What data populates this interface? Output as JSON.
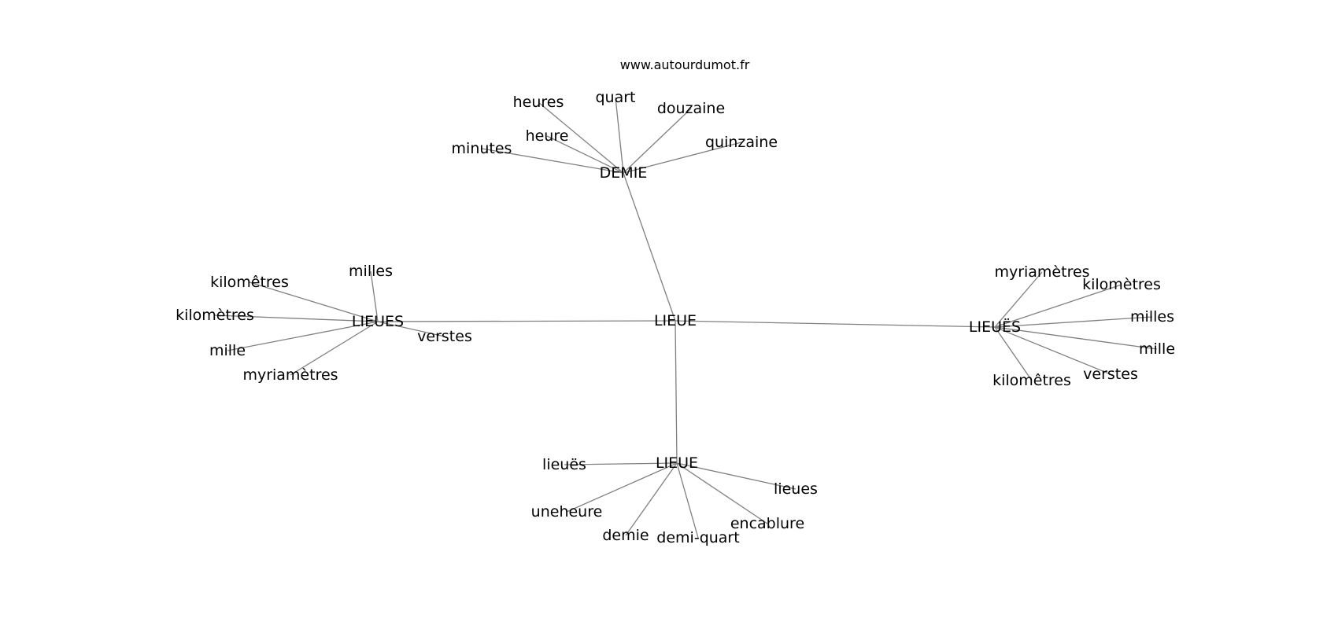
{
  "header": {
    "site": "www.autourdumot.fr"
  },
  "colors": {
    "edge": "#808080",
    "text": "#000000",
    "background": "#ffffff"
  },
  "graph": {
    "center": {
      "id": "center",
      "label": "LIEUE"
    },
    "hubs": [
      {
        "id": "demie-hub",
        "label": "DEMIE",
        "leaves": [
          "heures",
          "quart",
          "douzaine",
          "heure",
          "quinzaine",
          "minutes"
        ]
      },
      {
        "id": "lieues-hub",
        "label": "LIEUES",
        "leaves": [
          "milles",
          "kilomêtres",
          "kilomètres",
          "verstes",
          "mille",
          "myriamètres"
        ]
      },
      {
        "id": "lieues-trema-hub",
        "label": "LIEUËS",
        "leaves": [
          "myriamètres",
          "kilomètres",
          "milles",
          "mille",
          "verstes",
          "kilomêtres"
        ]
      },
      {
        "id": "lieue-hub",
        "label": "LIEUE",
        "leaves": [
          "lieuës",
          "lieues",
          "uneheure",
          "encablure",
          "demie",
          "demi-quart"
        ]
      }
    ]
  }
}
